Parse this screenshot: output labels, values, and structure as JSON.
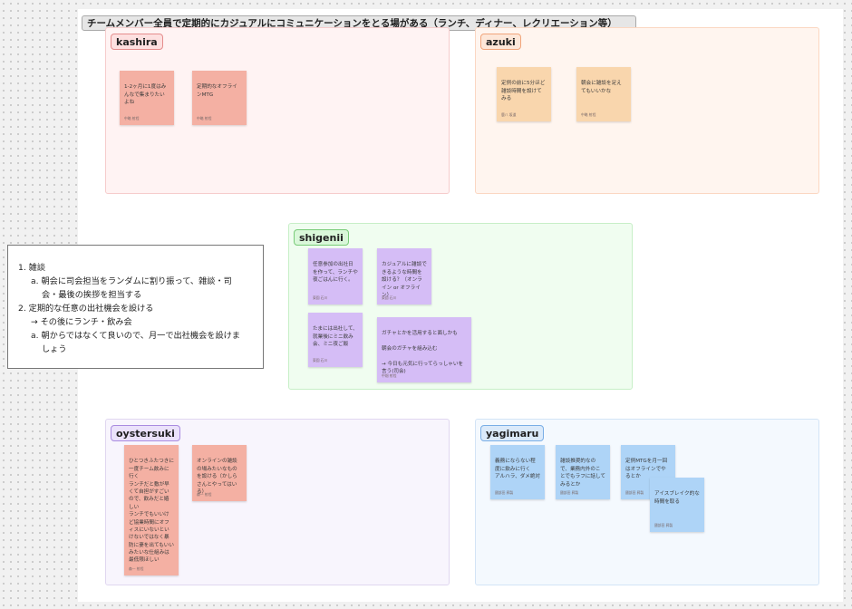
{
  "board_title": "チームメンバー全員で定期的にカジュアルにコミュニケーションをとる場がある（ランチ、ディナー、レクリエーション等）",
  "sections": {
    "kashira": {
      "label": "kashira",
      "colors": {
        "bg": "#fff3f3",
        "border": "#f6cccc",
        "label_bg": "#fde0e0",
        "label_border": "#e58d8d",
        "note": "#f4b0a3"
      },
      "notes": [
        {
          "text": "1-2ヶ月に1度はみんなで集まりたいよね",
          "author": "中略 射程"
        },
        {
          "text": "定期的なオフラインMTG",
          "author": "中略 射程"
        }
      ]
    },
    "azuki": {
      "label": "azuki",
      "colors": {
        "bg": "#fff5ef",
        "border": "#fbd7c2",
        "label_bg": "#fde7d9",
        "label_border": "#f1a57b",
        "note": "#f9d6ad"
      },
      "notes": [
        {
          "text": "定例の前に5分ほど雑談時間を設けてみる",
          "author": "鹿八 坂道"
        },
        {
          "text": "朝会に雑談を足えてもいいかな",
          "author": "中略 射程"
        }
      ]
    },
    "shigenii": {
      "label": "shigenii",
      "colors": {
        "bg": "#f0fdf0",
        "border": "#c7efc7",
        "label_bg": "#d9f7d9",
        "label_border": "#79cc79",
        "note": "#d5bdf6"
      },
      "notes": [
        {
          "text": "任意参加の出社日を作って、ランチや夜ごはんに行く。",
          "author": "東園 石川"
        },
        {
          "text": "カジュアルに雑談できるような時間を設ける？（オンライン or オフライン）",
          "author": "東園 石川"
        },
        {
          "text": "たまには出社して、就業後にミニ飲み会、ミニ夜ご飯",
          "author": "東園 石川"
        },
        {
          "text": "ガチャとかを活用すると面しかも\n\n朝会のガチャを組み込む\n\n→ 今日も元気に行ってらっしゃいを言う(司会)",
          "author": "中畑 射程"
        }
      ]
    },
    "oystersuki": {
      "label": "oystersuki",
      "colors": {
        "bg": "#f8f5fd",
        "border": "#e0d7f0",
        "label_bg": "#ebe2fb",
        "label_border": "#a98be0",
        "note": "#f4b0a3"
      },
      "notes": [
        {
          "text": "ひとつきふたつきに一度チーム飲みに行く\nランチだと敷が早くて自担がすごいので、飲みだと嬉しい\nランチでもいいけど協業時間にオフィスにいないといけないではなく暴防に妻を出てもいいみたいな仕組みは最低限ほしい",
          "author": "森一 射程"
        },
        {
          "text": "オンラインの雑談の場みたいなものを設ける（かしらさんとやってはいる）",
          "author": "森一 射程"
        }
      ]
    },
    "yagimaru": {
      "label": "yagimaru",
      "colors": {
        "bg": "#f4f9fe",
        "border": "#d3e4f6",
        "label_bg": "#dbeafa",
        "label_border": "#79aee6",
        "note": "#aed4f7"
      },
      "notes": [
        {
          "text": "義務にならない程度に飲みに行く\nアルハラ、ダメ絶対",
          "author": "國部田 昇製"
        },
        {
          "text": "雑談推奨的なので、業務内外のことでもラフに話してみるとか",
          "author": "國部田 昇製"
        },
        {
          "text": "定例MTGを月一回はオフラインでやるとか",
          "author": "國部田 昇製"
        },
        {
          "text": "アイスブレイク的な時間を取る",
          "author": "國部田 昇製"
        }
      ]
    }
  },
  "notes_box": {
    "lines": [
      "1. 雑談",
      "a. 朝会に司会担当をランダムに割り振って、雑談・司",
      "会・最後の挨拶を担当する",
      "2. 定期的な任意の出社機会を設ける",
      "→ その後にランチ・飲み会",
      "a. 朝からではなくて良いので、月一で出社機会を設けま",
      "しょう"
    ]
  }
}
